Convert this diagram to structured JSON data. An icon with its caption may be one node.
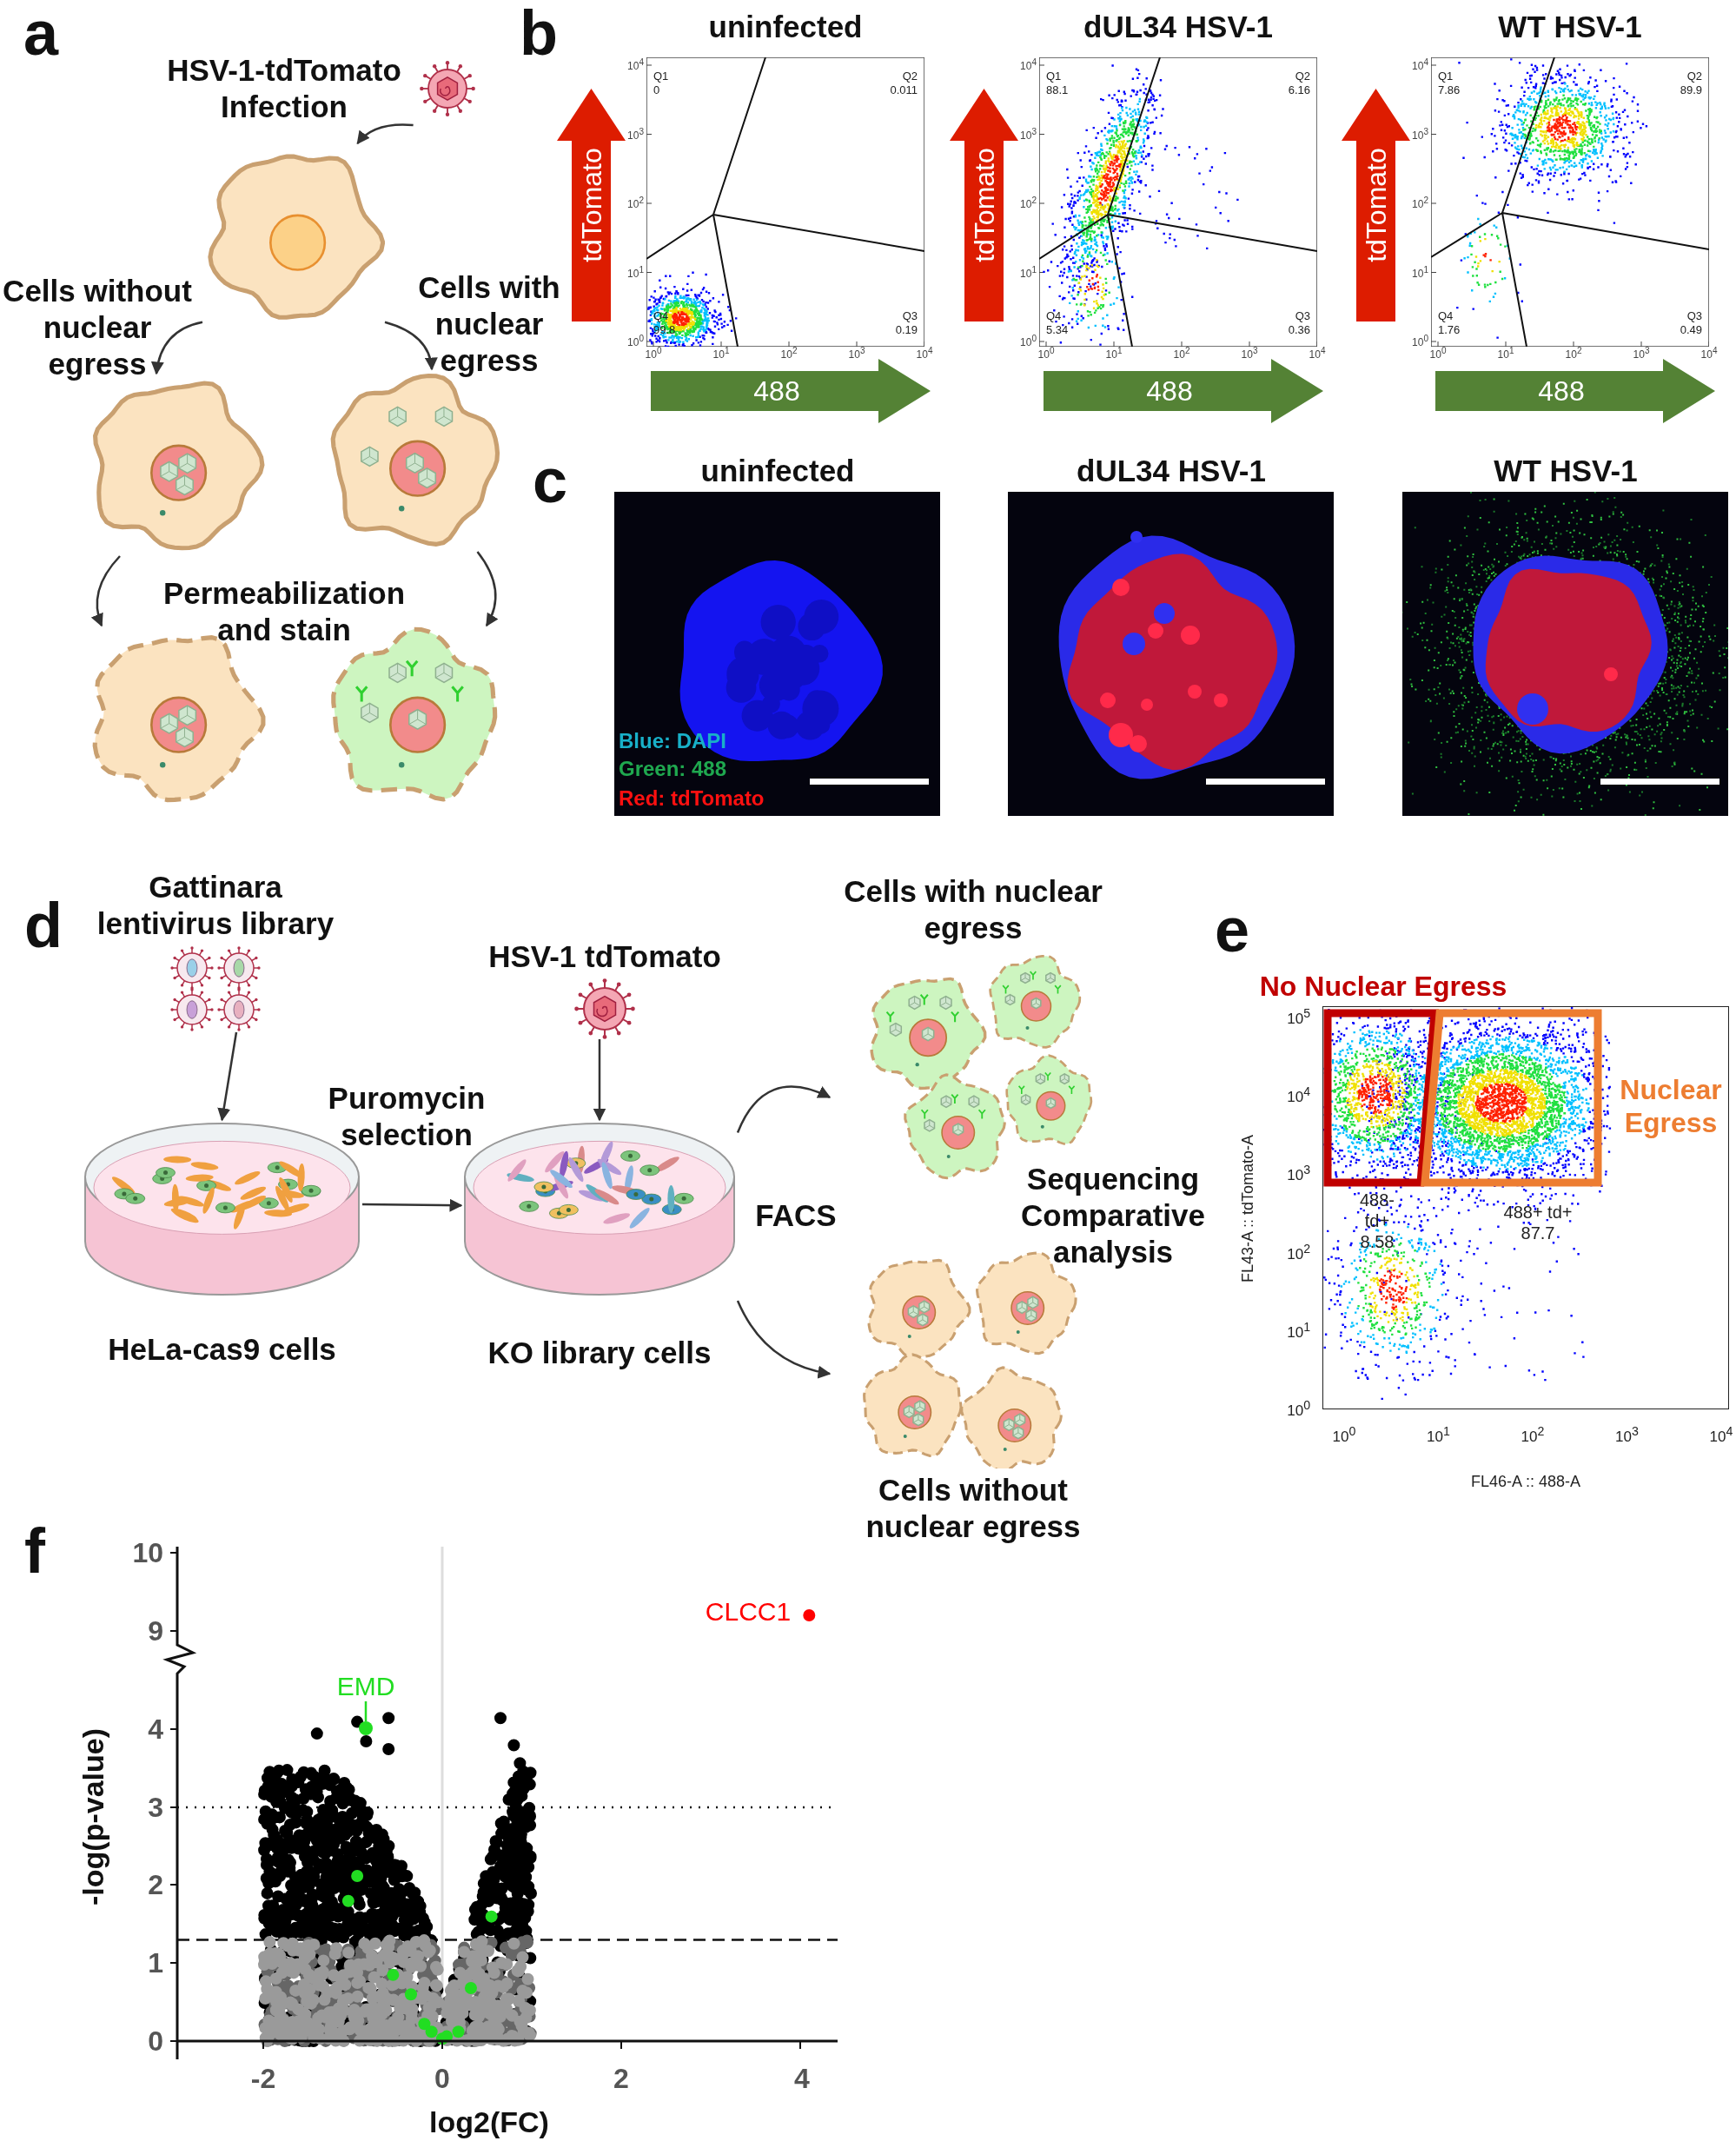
{
  "diagram": {
    "nodes": [
      {
        "text": [],
        "shape": "picture",
        "beside": [
          "HSV-1-tdTomato Infection"
        ]
      },
      {
        "text": [],
        "shape": "picture"
      },
      {
        "text": [],
        "shape": "picture"
      },
      {
        "text": [],
        "shape": "picture"
      },
      {
        "text": [],
        "shape": "picture"
      },
      {
        "text": [],
        "shape": "picture"
      },
      {
        "text": [],
        "shape": "picture",
        "beside": [
          "Gattinara lentivirus library"
        ]
      },
      {
        "text": [],
        "shape": "picture",
        "beside": [
          "HeLa-cas9 cells"
        ]
      },
      {
        "text": [],
        "shape": "picture",
        "beside": [
          "HSV-1 tdTomato"
        ]
      },
      {
        "text": [],
        "shape": "picture",
        "beside": [
          "KO library cells"
        ]
      },
      {
        "text": [],
        "shape": "picture",
        "beside": [
          "Cells with nuclear egress"
        ]
      },
      {
        "text": [],
        "shape": "picture",
        "beside": [
          "Cells without nuclear egress"
        ]
      },
      {
        "text": [
          "EMD"
        ]
      },
      {
        "text": [],
        "shape": "circle"
      }
    ],
    "edges": [
      {
        "from": 0,
        "to": 1,
        "arrow": "to"
      },
      {
        "from": 1,
        "to": 2,
        "arrow": "to",
        "label": "Cells without nuclear egress"
      },
      {
        "from": 1,
        "to": 3,
        "arrow": "to",
        "label": "Cells with nuclear egress"
      },
      {
        "from": 2,
        "to": 4,
        "arrow": "to"
      },
      {
        "from": 3,
        "to": 5,
        "arrow": "to"
      },
      {
        "from": 6,
        "to": 7,
        "arrow": "to"
      },
      {
        "from": 8,
        "to": 9,
        "arrow": "to"
      },
      {
        "from": 7,
        "to": 9,
        "arrow": "to",
        "label": "Puromycin selection"
      },
      {
        "from": 9,
        "to": 10,
        "arrow": "to"
      },
      {
        "from": 9,
        "to": 11,
        "arrow": "to"
      },
      {
        "from": 12,
        "to": 13,
        "arrow": "none",
        "color": "#22dd22"
      }
    ],
    "labels": [
      "a",
      "b",
      "uninfected",
      "dUL34 HSV-1",
      "WT HSV-1",
      "tdTomato",
      "488",
      "Q1 0",
      "Q2 0.011",
      "Q4 99.8",
      "Q3 0.19",
      "10$^{4}$",
      "10$^{3}$",
      "10$^{2}$",
      "10$^{1}$",
      "10$^{0}$",
      "10$^{0}$",
      "10$^{1}$",
      "10$^{2}$",
      "10$^{3}$",
      "10$^{4}$",
      "tdTomato",
      "488",
      "Q1 88.1",
      "Q2 6.16",
      "Q4 5.34",
      "Q3 0.36",
      "10$^{4}$",
      "10$^{3}$",
      "10$^{2}$",
      "10$^{1}$",
      "10$^{0}$",
      "10$^{0}$",
      "10$^{1}$",
      "10$^{2}$",
      "10$^{3}$",
      "10$^{4}$",
      "tdTomato",
      "488",
      "Q1 7.86",
      "Q2 89.9",
      "Q4 1.76",
      "Q3 0.49",
      "10$^{4}$",
      "10$^{3}$",
      "10$^{2}$",
      "10$^{1}$",
      "10$^{0}$",
      "10$^{0}$",
      "10$^{1}$",
      "10$^{2}$",
      "10$^{3}$",
      "10$^{4}$",
      "Permeabilization and stain",
      "c",
      "uninfected",
      "dUL34 HSV-1",
      "WT HSV-1",
      "Blue: DAPI",
      "Green: 488",
      "Red: tdTomato",
      "d",
      "FACS",
      "Sequencing Comparative analysis",
      "e",
      "No Nuclear Egress",
      "Nuclear Egress",
      "488- td+ 8.58",
      "488+ td+ 87.7",
      "10$^{5}$",
      "10$^{4}$",
      "10$^{3}$",
      "10$^{2}$",
      "10$^{1}$",
      "10$^{0}$",
      "10$^{0}$",
      "10$^{1}$",
      "10$^{2}$",
      "10$^{3}$",
      "10$^{4}$",
      "FL43-A :: tdTomato-A",
      "FL46-A :: 488-A",
      "f",
      "10",
      "9",
      "4",
      "3",
      "2",
      "1",
      "0",
      "-2",
      "0",
      "2",
      "4",
      "-log(p-value)",
      "log2(FC)",
      "CLCC1"
    ]
  }
}
